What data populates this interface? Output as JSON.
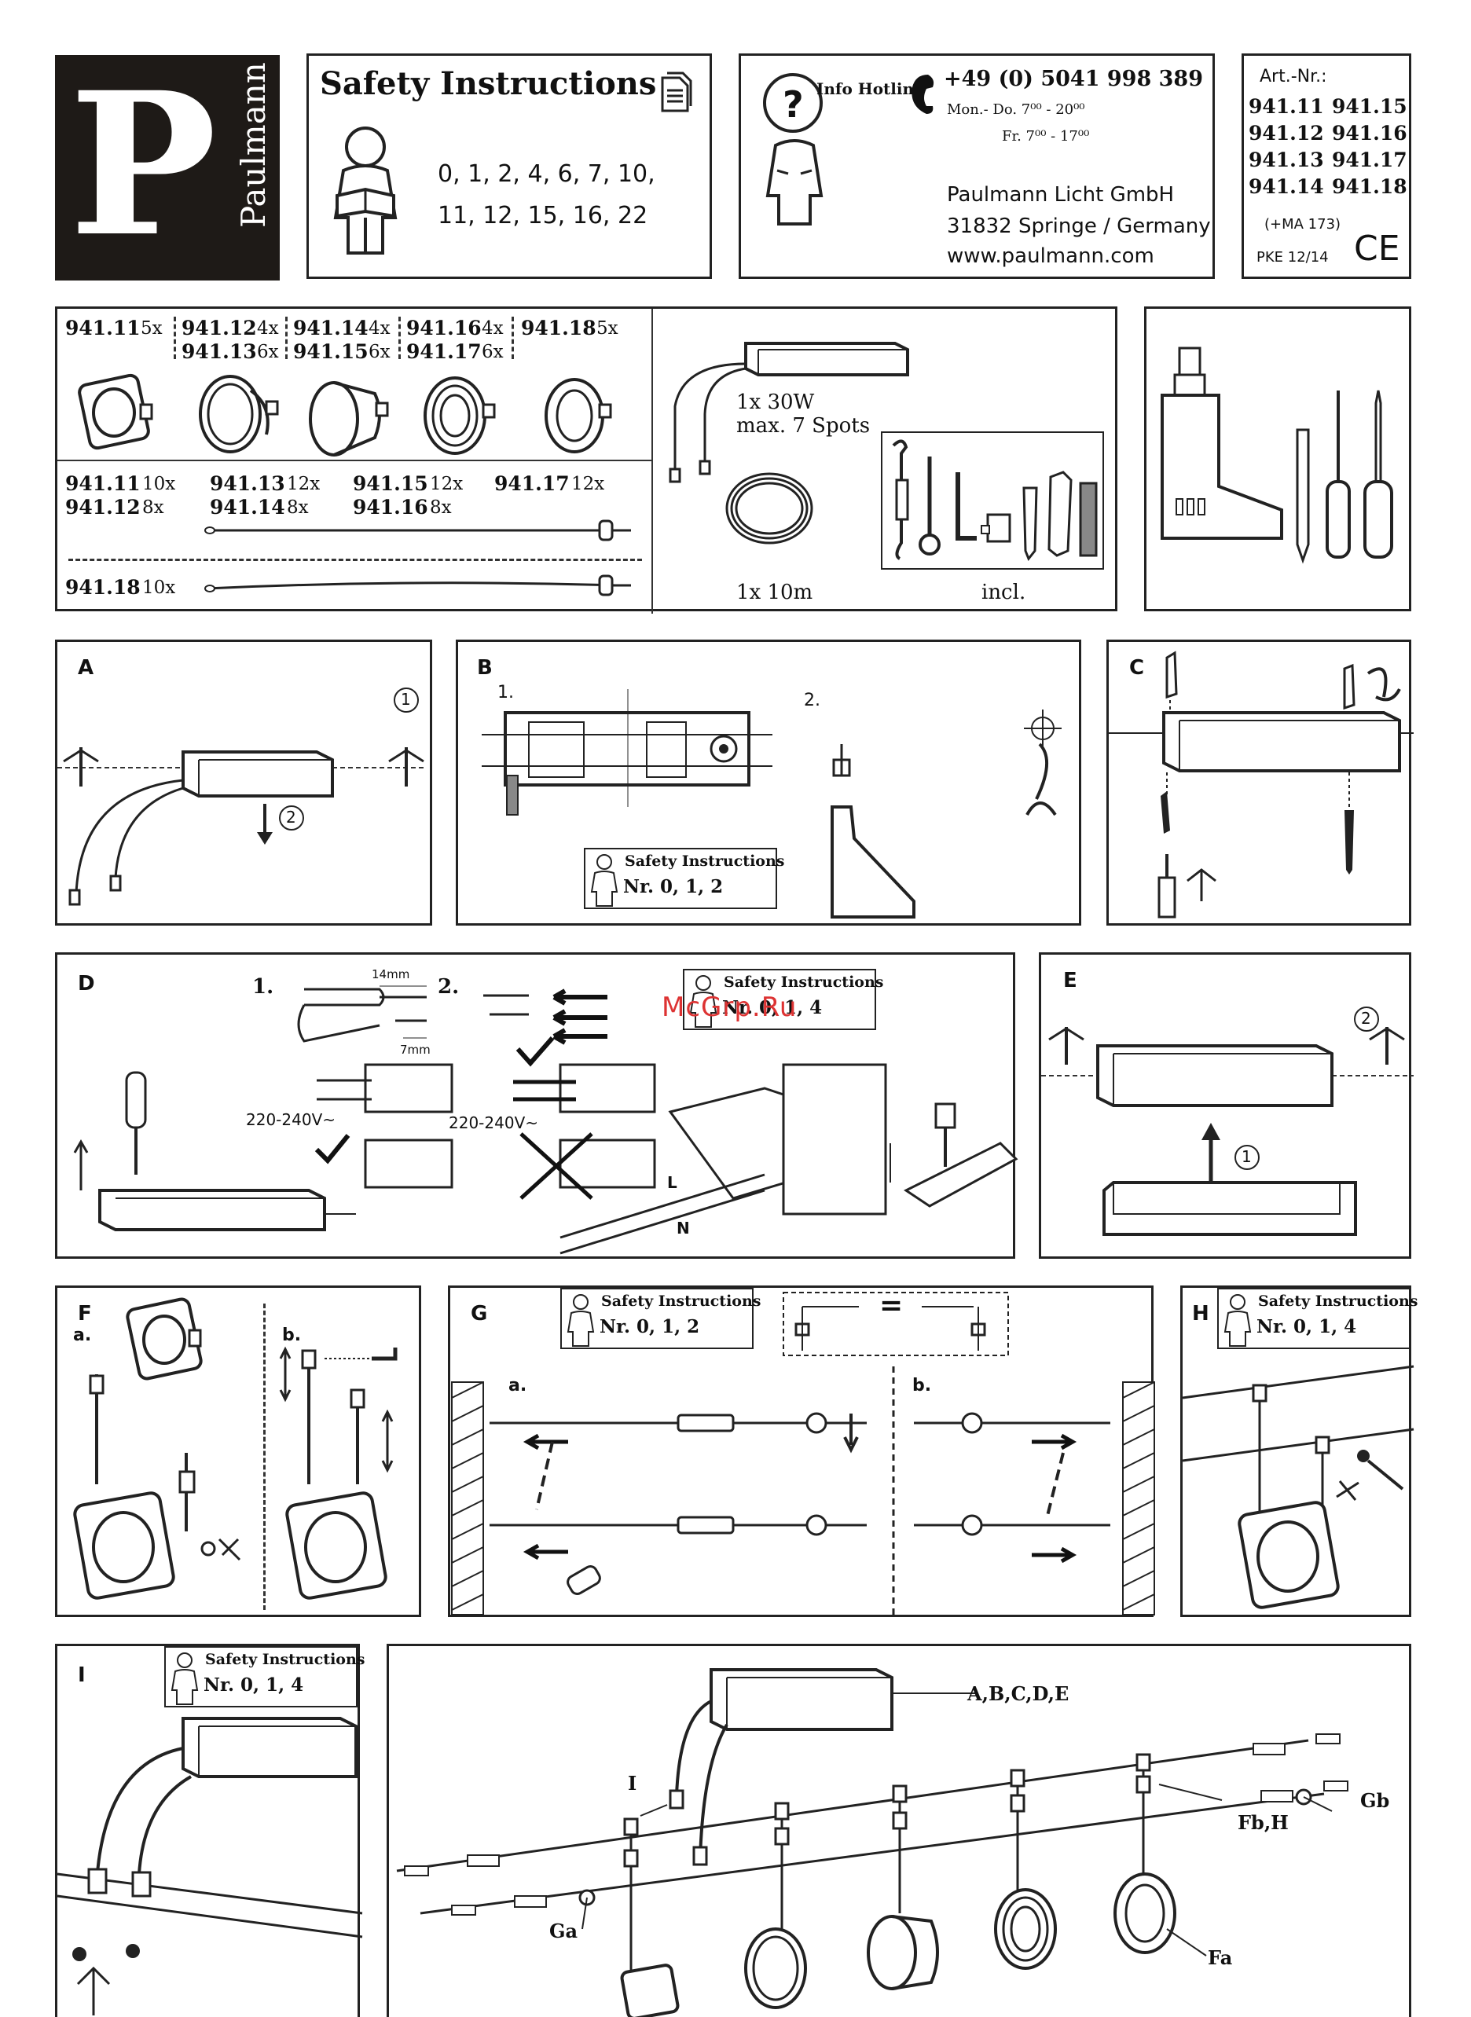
{
  "brand": {
    "logo_letter": "P",
    "logo_name": "Paulmann"
  },
  "safety_header": {
    "title": "Safety Instructions",
    "numbers_line1": "0, 1, 2, 4, 6, 7, 10,",
    "numbers_line2": "11, 12, 15, 16, 22"
  },
  "hotline": {
    "label": "Info Hotline",
    "phone": "+49 (0) 5041 998 389",
    "hours_weekday": "Mon.- Do. 7⁰⁰ - 20⁰⁰",
    "hours_friday": "Fr.  7⁰⁰ - 17⁰⁰",
    "company": "Paulmann Licht GmbH",
    "address": "31832 Springe / Germany",
    "website": "www.paulmann.com"
  },
  "art_numbers": {
    "label": "Art.-Nr.:",
    "col1": [
      "941.11",
      "941.12",
      "941.13",
      "941.14"
    ],
    "col2": [
      "941.15",
      "941.16",
      "941.17",
      "941.18"
    ],
    "ma": "(+MA 173)",
    "pke": "PKE 12/14",
    "ce": "CE"
  },
  "contents": {
    "spots": [
      {
        "label": "941.11",
        "count": "5x"
      },
      {
        "label": "941.12",
        "count": "4x",
        "label2": "941.13",
        "count2": "6x"
      },
      {
        "label": "941.14",
        "count": "4x",
        "label2": "941.15",
        "count2": "6x"
      },
      {
        "label": "941.16",
        "count": "4x",
        "label2": "941.17",
        "count2": "6x"
      },
      {
        "label": "941.18",
        "count": "5x"
      }
    ],
    "hangers": [
      {
        "label": "941.11",
        "count": "10x"
      },
      {
        "label": "941.12",
        "count": "8x"
      },
      {
        "label": "941.13",
        "count": "12x"
      },
      {
        "label": "941.14",
        "count": "8x"
      },
      {
        "label": "941.15",
        "count": "12x"
      },
      {
        "label": "941.16",
        "count": "8x"
      },
      {
        "label": "941.17",
        "count": "12x"
      },
      {
        "label": "941.18",
        "count": "10x"
      }
    ],
    "transformer_line1": "1x 30W",
    "transformer_line2": "max. 7 Spots",
    "cable": "1x 10m",
    "included": "incl."
  },
  "steps": {
    "A": {
      "letter": "A",
      "n1": "1",
      "n2": "2"
    },
    "B": {
      "letter": "B",
      "s1": "1.",
      "s2": "2.",
      "si_title": "Safety Instructions",
      "si_nums": "Nr. 0, 1, 2"
    },
    "C": {
      "letter": "C"
    },
    "D": {
      "letter": "D",
      "s1": "1.",
      "s2": "2.",
      "dim1": "14mm",
      "dim2": "7mm",
      "volt1": "220-240V~",
      "volt2": "220-240V~",
      "L": "L",
      "N": "N",
      "si_title": "Safety Instructions",
      "si_nums": "Nr. 0, 1, 4"
    },
    "E": {
      "letter": "E",
      "n1": "1",
      "n2": "2"
    },
    "F": {
      "letter": "F",
      "a": "a.",
      "b": "b."
    },
    "G": {
      "letter": "G",
      "a": "a.",
      "b": "b.",
      "equal": "=",
      "si_title": "Safety Instructions",
      "si_nums": "Nr. 0, 1, 2"
    },
    "H": {
      "letter": "H",
      "si_title": "Safety Instructions",
      "si_nums": "Nr. 0, 1, 4"
    },
    "I": {
      "letter": "I",
      "si_title": "Safety Instructions",
      "si_nums": "Nr. 0, 1, 4"
    },
    "overview": {
      "ref_transformer": "A,B,C,D,E",
      "ref_i": "I",
      "ref_gb": "Gb",
      "ref_fbh": "Fb,H",
      "ref_ga": "Ga",
      "ref_fa": "Fa"
    }
  },
  "watermark": "McGrp.Ru"
}
